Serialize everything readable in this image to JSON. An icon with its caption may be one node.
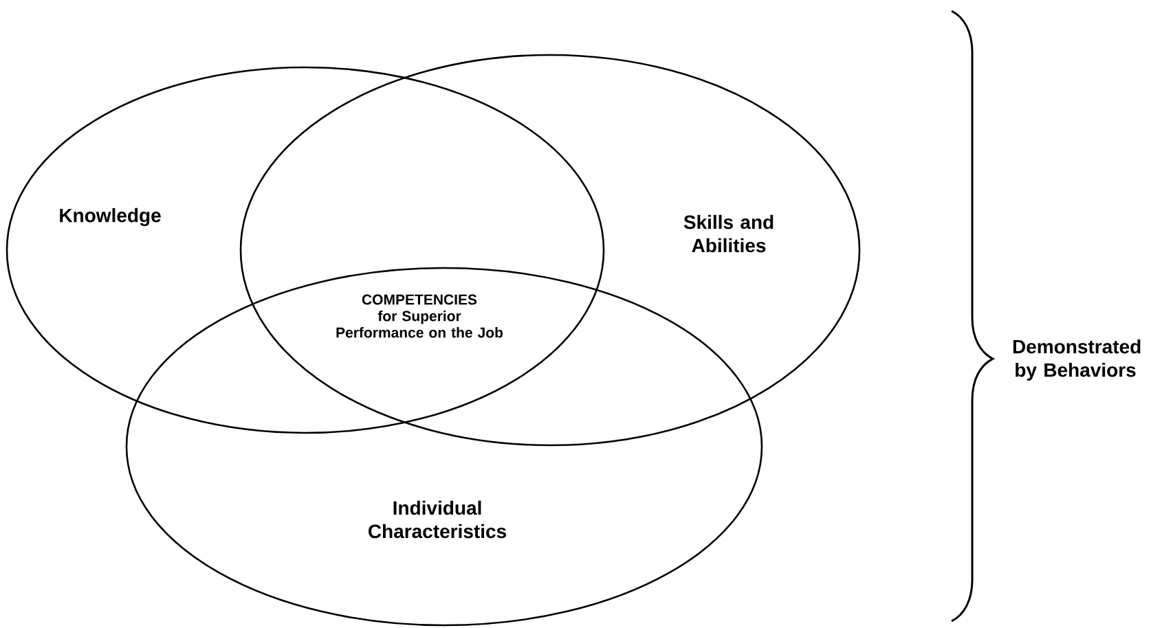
{
  "diagram": {
    "nodes": [
      {
        "text": [
          "Knowledge"
        ]
      },
      {
        "text": [
          "Skills and Abilities"
        ]
      },
      {
        "text": [
          "Individual Characteristics"
        ]
      }
    ],
    "labels": [
      "COMPETENCIES for Superior Performance on the Job",
      "Demonstrated by Behaviors"
    ]
  }
}
